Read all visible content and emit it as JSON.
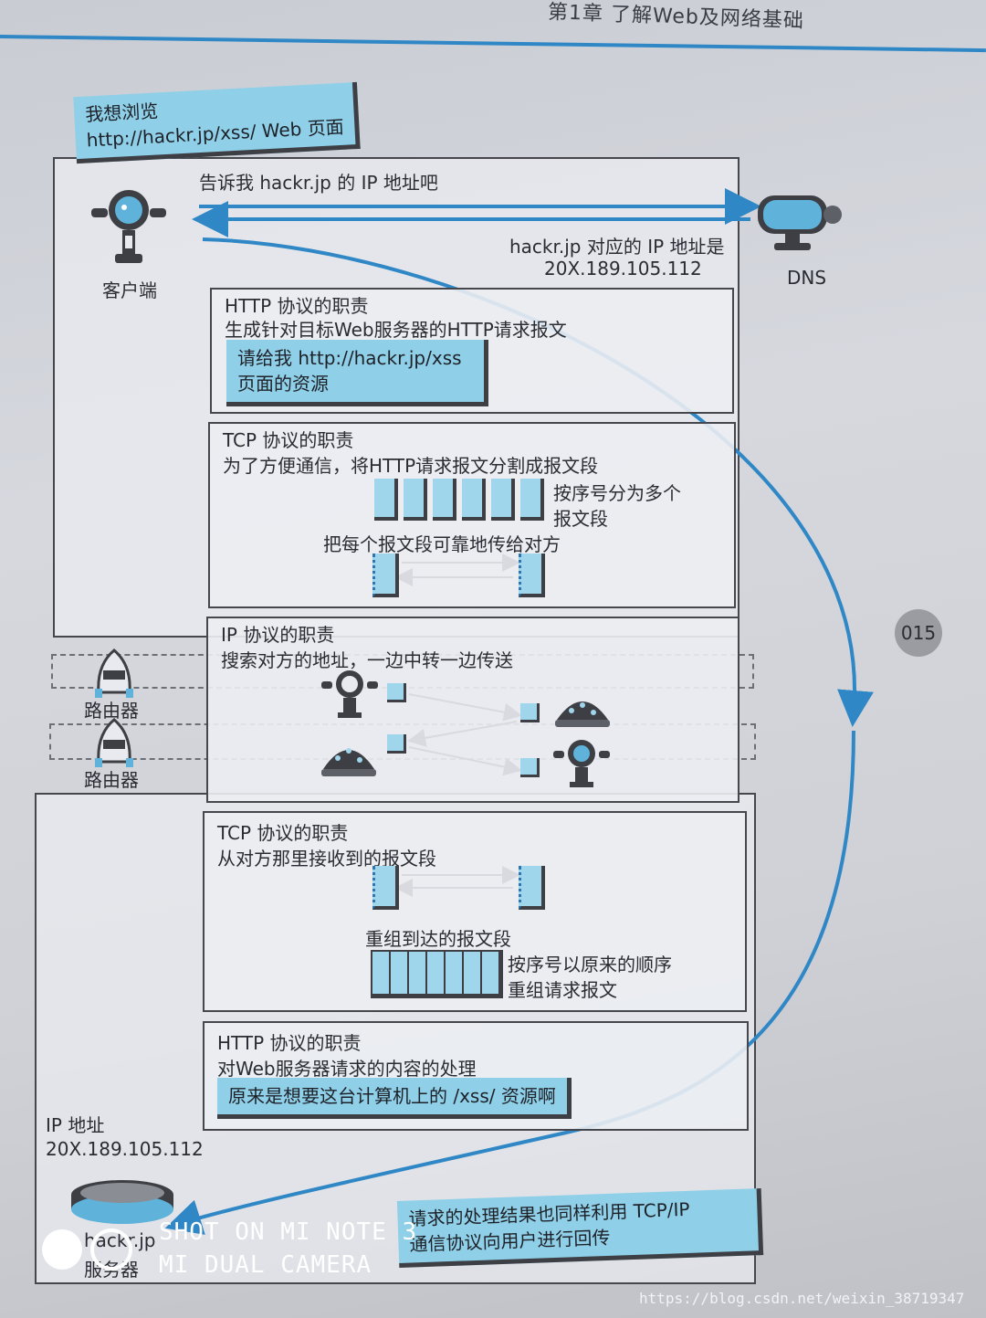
{
  "header": {
    "title": "第1章 了解Web及网络基础"
  },
  "colors": {
    "accent_blue": "#2f87c6",
    "callout_fill": "#8fd0e8",
    "segment_fill": "#9fd6ec"
  },
  "client": {
    "speech": [
      "我想浏览",
      "http://hackr.jp/xss/ Web 页面"
    ],
    "label": "客户端"
  },
  "dns": {
    "request": "告诉我 hackr.jp 的 IP 地址吧",
    "response": [
      "hackr.jp 对应的 IP 地址是",
      "20X.189.105.112"
    ],
    "label": "DNS"
  },
  "http_send": {
    "title": "HTTP 协议的职责",
    "desc": "生成针对目标Web服务器的HTTP请求报文",
    "callout": [
      "请给我 http://hackr.jp/xss",
      "页面的资源"
    ]
  },
  "tcp_send": {
    "title": "TCP 协议的职责",
    "desc": "为了方便通信，将HTTP请求报文分割成报文段",
    "note": [
      "按序号分为多个",
      "报文段"
    ],
    "note2": "把每个报文段可靠地传给对方"
  },
  "ip": {
    "title": "IP 协议的职责",
    "desc": "搜索对方的地址，一边中转一边传送"
  },
  "routers": [
    "路由器",
    "路由器"
  ],
  "tcp_recv": {
    "title": "TCP 协议的职责",
    "desc": "从对方那里接收到的报文段",
    "note": "重组到达的报文段",
    "note2": [
      "按序号以原来的顺序",
      "重组请求报文"
    ]
  },
  "http_recv": {
    "title": "HTTP 协议的职责",
    "desc": "对Web服务器请求的内容的处理",
    "callout": "原来是想要这台计算机上的 /xss/ 资源啊"
  },
  "server": {
    "ip_label": "IP 地址",
    "ip": "20X.189.105.112",
    "name": [
      "hackr.jp",
      "服务器"
    ]
  },
  "result_callout": [
    "请求的处理结果也同样利用 TCP/IP",
    "通信协议向用户进行回传"
  ],
  "page_number": "015",
  "camera_watermark": [
    "SHOT ON MI NOTE 3",
    "MI DUAL CAMERA"
  ],
  "source_watermark": "https://blog.csdn.net/weixin_38719347"
}
